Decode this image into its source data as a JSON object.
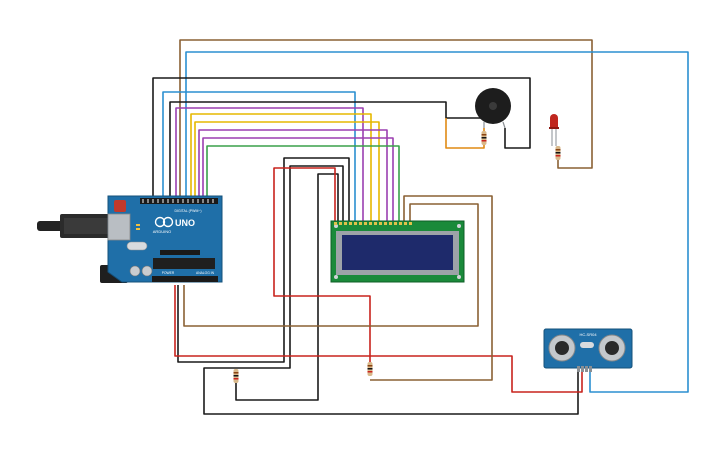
{
  "board": {
    "logo_text": "UNO",
    "brand_text": "ARDUINO",
    "digital_label": "DIGITAL (PWM~)",
    "analog_label": "ANALOG IN",
    "power_label": "POWER",
    "board_color": "#1f6fa8"
  },
  "lcd": {
    "pcb_color": "#1a8a3a",
    "screen_color": "#1e2a6b"
  },
  "sensor": {
    "label": "HC-SR04",
    "board_color": "#1f6fa8"
  },
  "buzzer": {
    "icon": "piezo-buzzer-icon"
  },
  "led": {
    "color": "#c0271f"
  },
  "wire_colors": {
    "black": "#1a1a1a",
    "red": "#c8231d",
    "brown": "#8a6034",
    "blue": "#2b8fd0",
    "yellow": "#e6b800",
    "orange": "#e08a14",
    "purple": "#9b3fb0",
    "green": "#3aa14a"
  }
}
